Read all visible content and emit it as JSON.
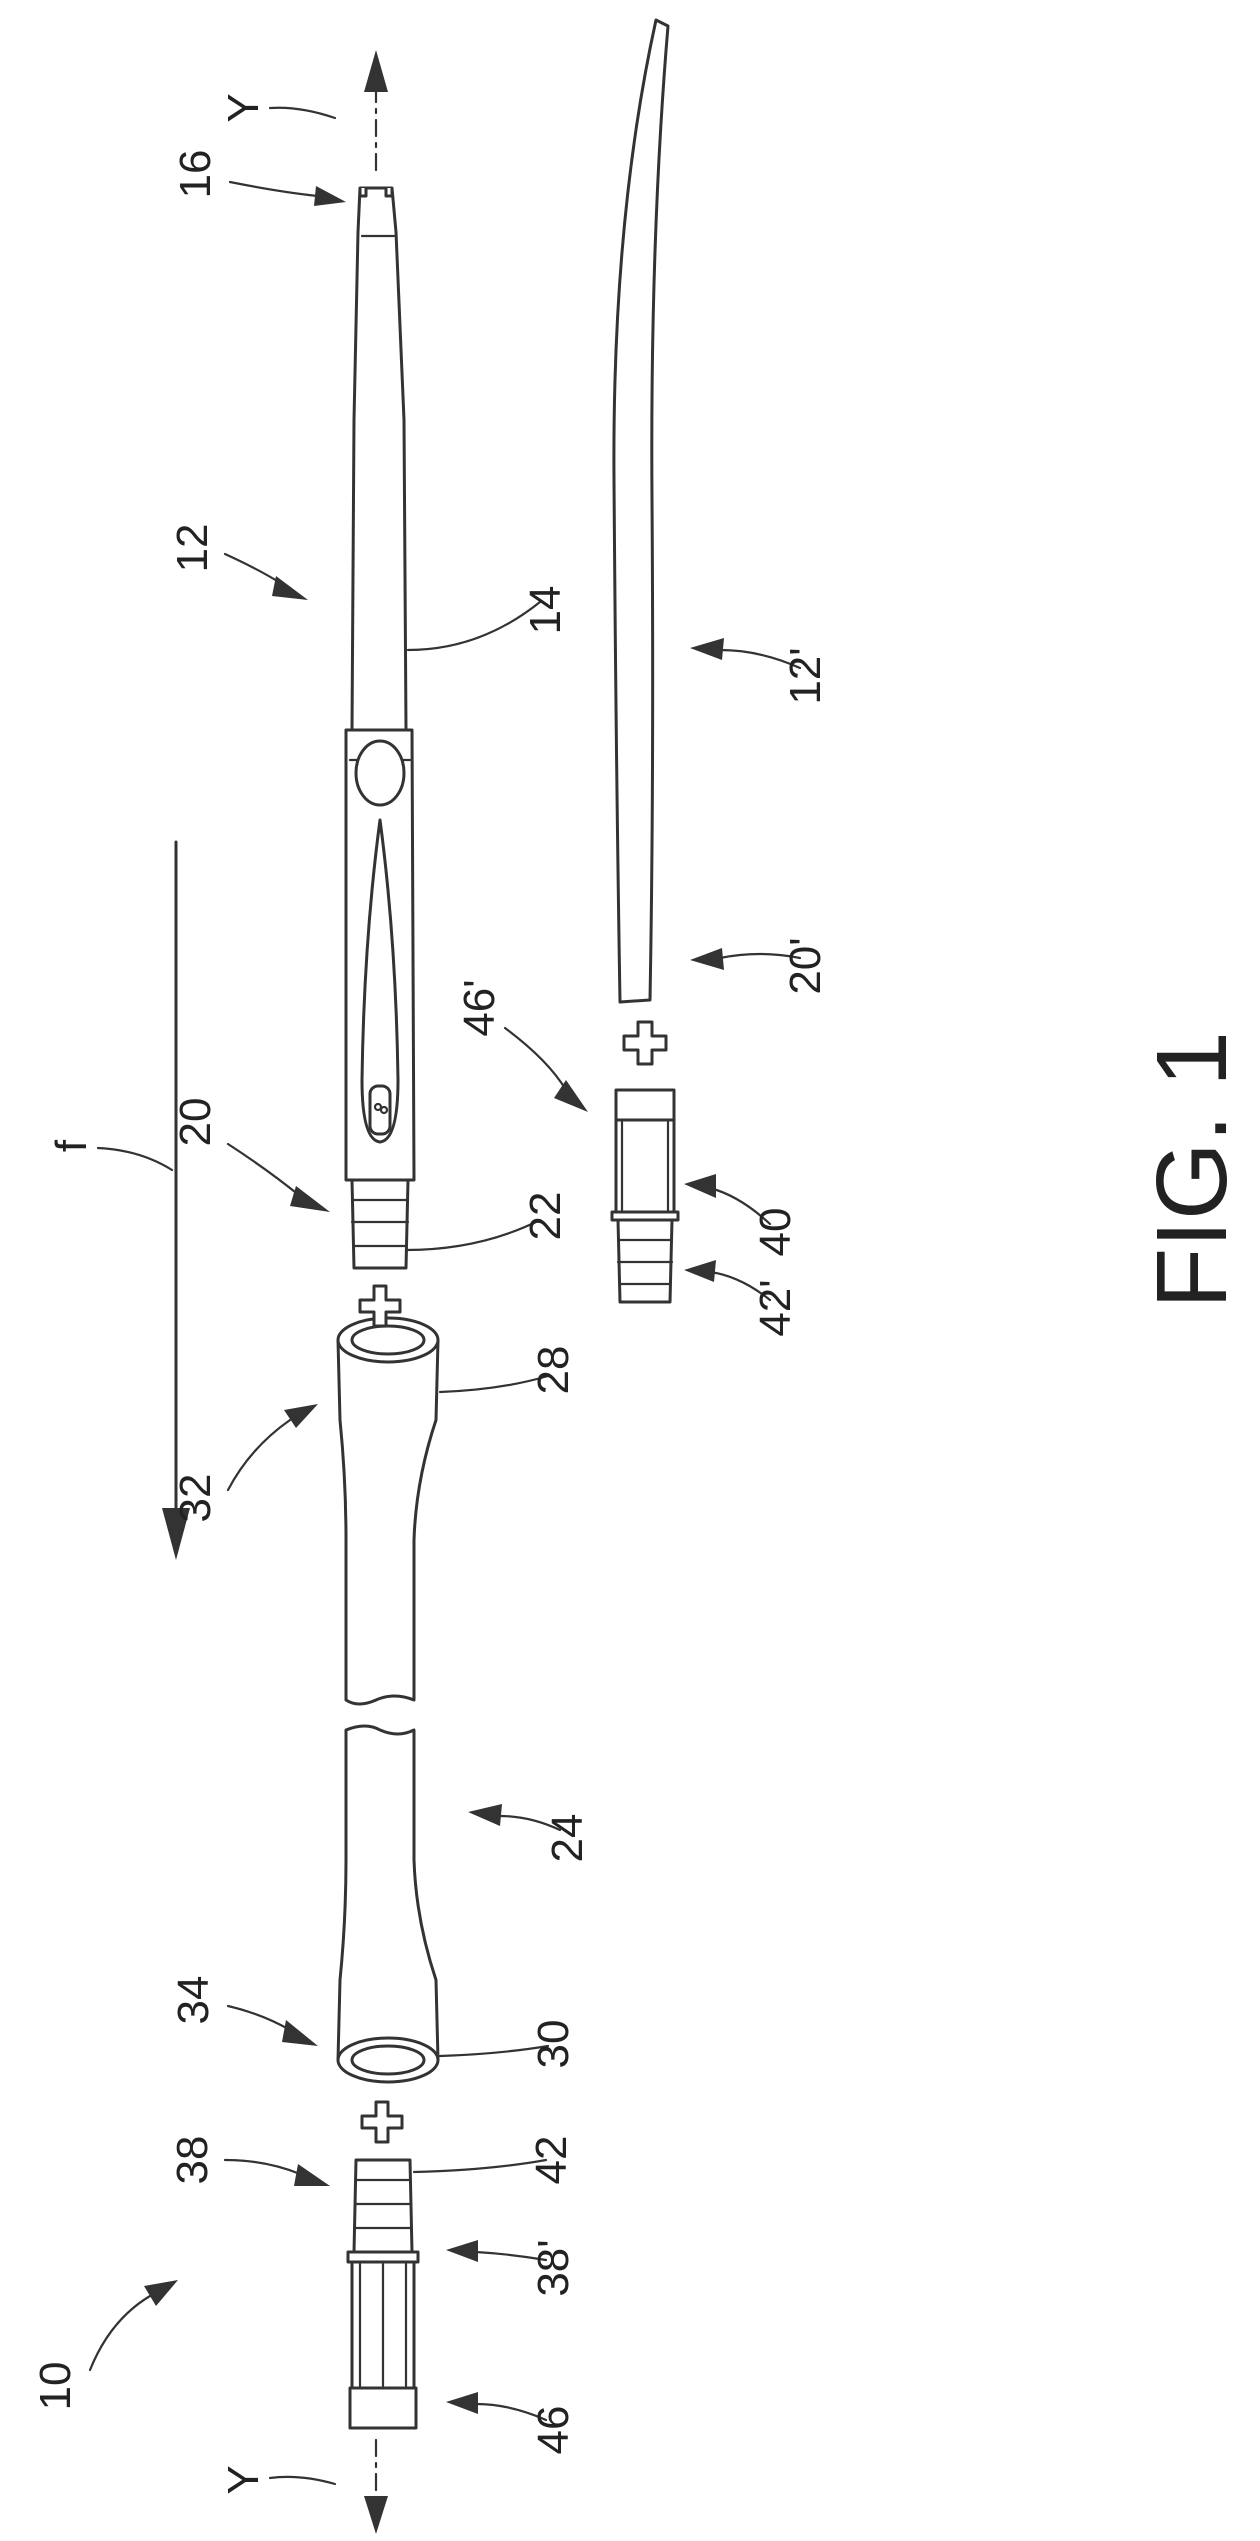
{
  "figure": {
    "caption": "FIG. 1",
    "axis_label": "Y",
    "flow_label": "f",
    "reference_numerals": [
      "10",
      "12",
      "12'",
      "14",
      "16",
      "20",
      "20'",
      "22",
      "24",
      "28",
      "30",
      "32",
      "34",
      "38",
      "38'",
      "40",
      "42",
      "42'",
      "46",
      "46'"
    ]
  }
}
